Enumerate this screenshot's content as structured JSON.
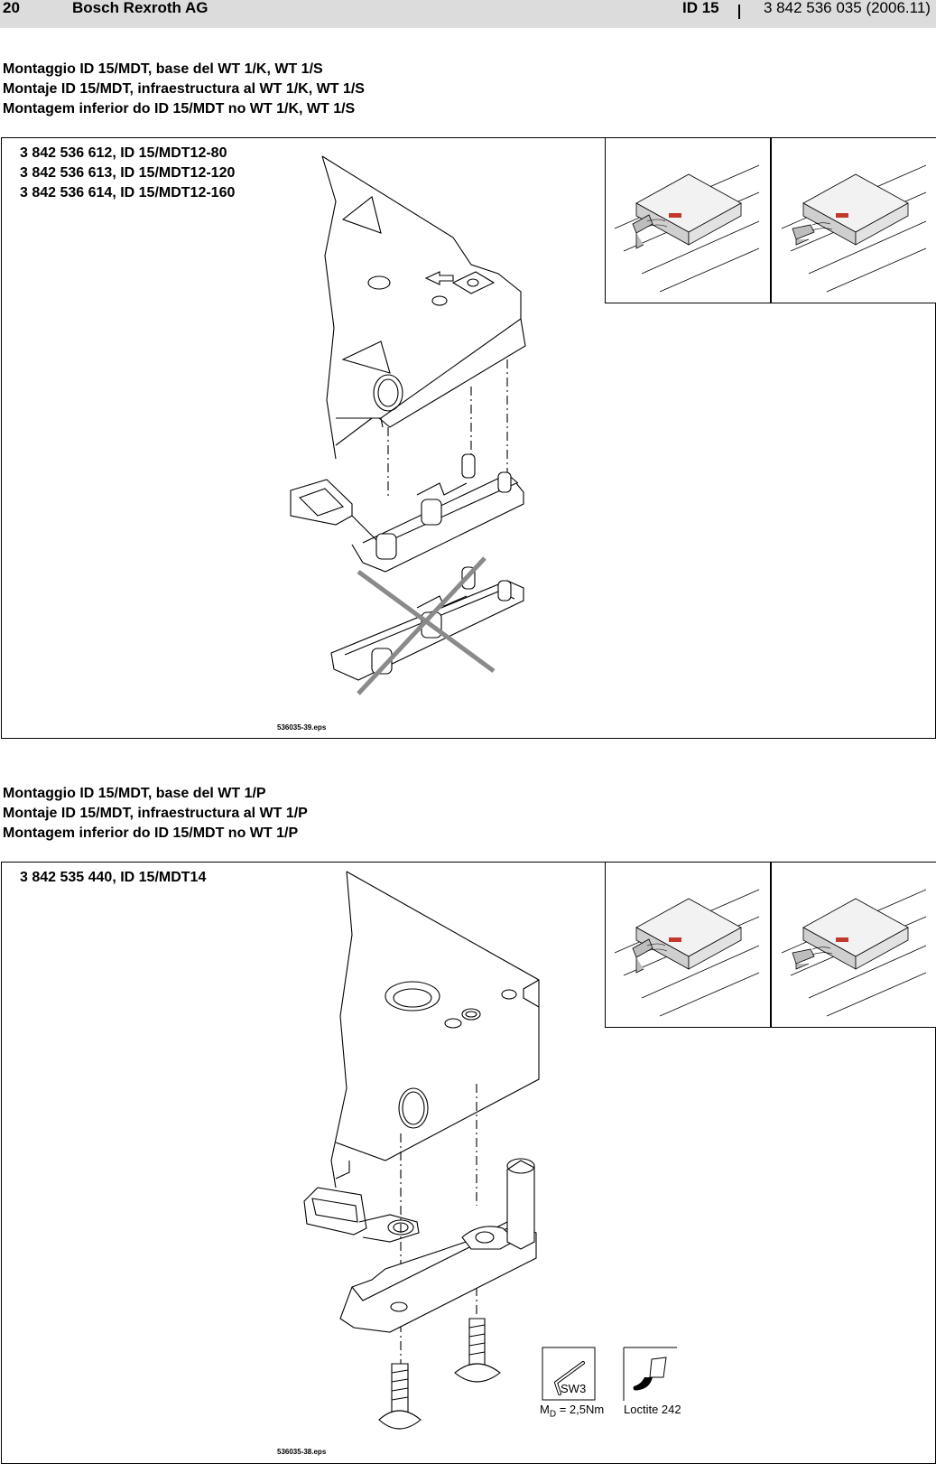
{
  "header": {
    "page_number": "20",
    "company": "Bosch Rexroth AG",
    "product": "ID 15",
    "doc_number": "3 842 536 035 (2006.11)"
  },
  "section1": {
    "titles": [
      "Montaggio ID 15/MDT, base del WT 1/K,  WT 1/S",
      "Montaje ID 15/MDT, infraestructura al WT 1/K,  WT 1/S",
      "Montagem inferior do ID 15/MDT no WT 1/K,  WT 1/S"
    ],
    "part_numbers": [
      "3 842 536 612, ID 15/MDT12-80",
      "3 842 536 613, ID 15/MDT12-120",
      "3 842 536 614, ID 15/MDT12-160"
    ],
    "figure_id": "536035-39.eps"
  },
  "section2": {
    "titles": [
      "Montaggio ID 15/MDT, base del WT 1/P",
      "Montaje ID 15/MDT, infraestructura al WT 1/P",
      "Montagem inferior do ID 15/MDT no WT 1/P"
    ],
    "part_numbers": [
      "3 842 535 440, ID 15/MDT14"
    ],
    "figure_id": "536035-38.eps",
    "tool_label": "SW3",
    "torque_label_prefix": "M",
    "torque_label_sub": "D",
    "torque_label_value": " = 2,5Nm",
    "adhesive_label": "Loctite 242"
  },
  "colors": {
    "header_bg": "#dcdcdc",
    "accent_red": "#c0392b",
    "cross_gray": "#8a8a8a"
  }
}
